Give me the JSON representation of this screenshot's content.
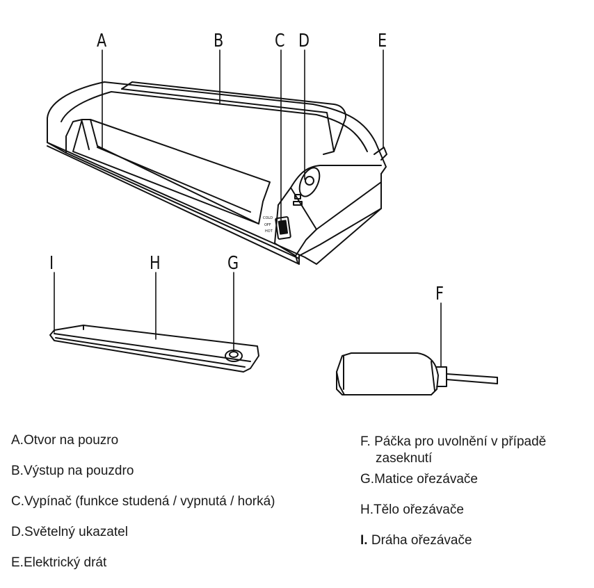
{
  "callouts": {
    "A": "A",
    "B": "B",
    "C": "C",
    "D": "D",
    "E": "E",
    "F": "F",
    "G": "G",
    "H": "H",
    "I": "I"
  },
  "panel_labels": {
    "cold": "COLD",
    "off": "OFF",
    "hot": "HOT"
  },
  "legend": [
    {
      "key": "A.",
      "text": "Otvor na pouzro"
    },
    {
      "key": "B.",
      "text": "Výstup na pouzdro"
    },
    {
      "key": "C.",
      "text": "Vypínač (funkce studená / vypnutá / horká)"
    },
    {
      "key": "D.",
      "text": "Světelný ukazatel"
    },
    {
      "key": "E.",
      "text": "Elektrický drát"
    },
    {
      "key": "F.",
      "text": "Páčka pro uvolnění v případě",
      "text2": "zaseknutí"
    },
    {
      "key": "G.",
      "text": "Matice ořezávače"
    },
    {
      "key": "H.",
      "text": "Tělo ořezávače"
    },
    {
      "key": "I.",
      "text": "Dráha ořezávače"
    }
  ]
}
